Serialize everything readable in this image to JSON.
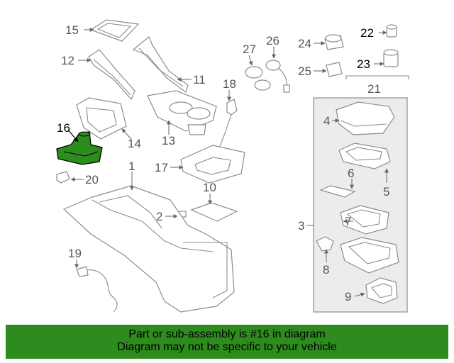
{
  "diagram": {
    "callouts": [
      "1",
      "2",
      "3",
      "4",
      "5",
      "6",
      "7",
      "8",
      "9",
      "10",
      "11",
      "12",
      "13",
      "14",
      "15",
      "16",
      "17",
      "18",
      "19",
      "20",
      "21",
      "22",
      "23",
      "24",
      "25",
      "26",
      "27"
    ],
    "highlighted_part": "16",
    "highlight_color": "#2e8b1e"
  },
  "banner": {
    "line1": "Part or sub-assembly is #16 in diagram",
    "line2": "Diagram may not be specific to your vehicle",
    "background": "#2e8b1e"
  }
}
